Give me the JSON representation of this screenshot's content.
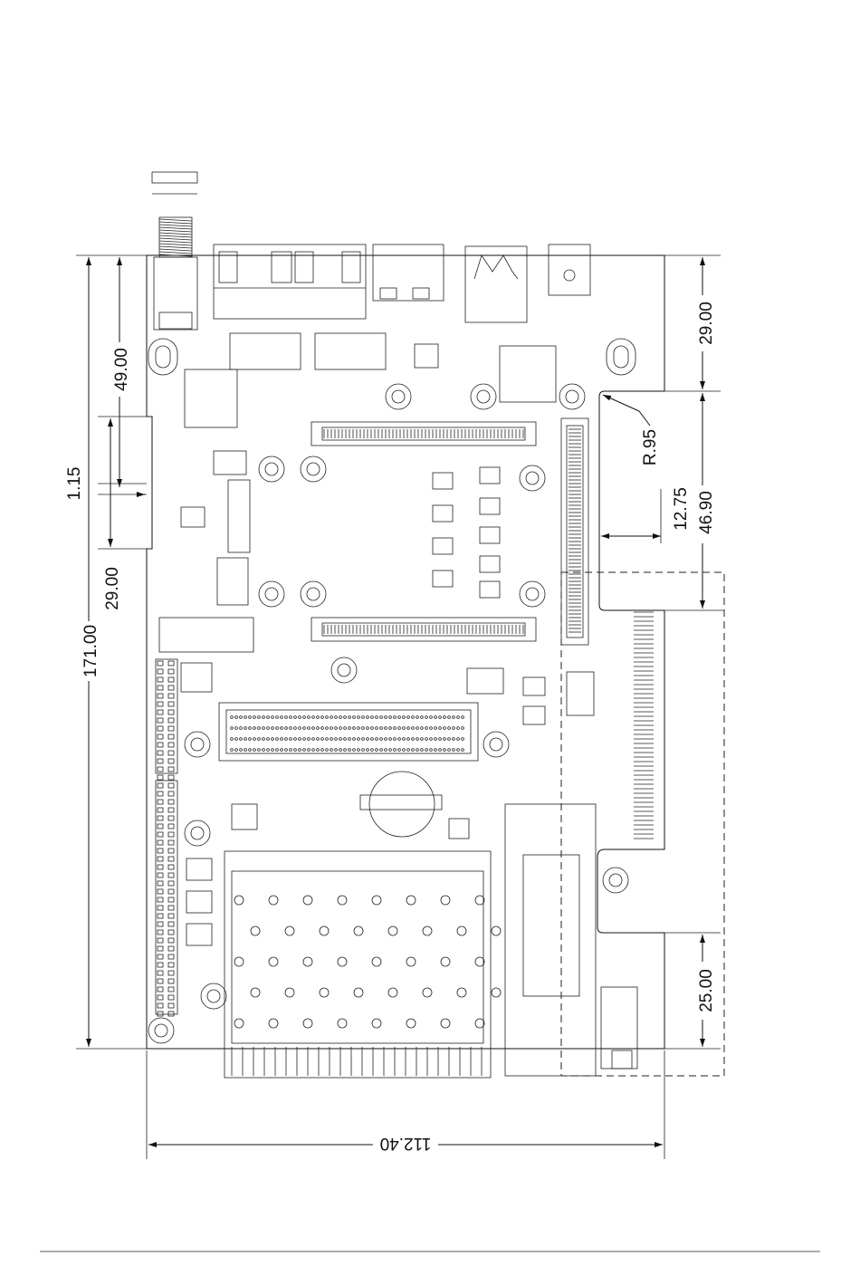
{
  "drawing": {
    "dimensions": {
      "overall_height": "171.00",
      "overall_width": "112.40",
      "left_upper": "49.00",
      "left_gap": "1.15",
      "left_lower": "29.00",
      "right_top": "29.00",
      "radius": "R.95",
      "right_notch": "12.75",
      "right_slot": "46.90",
      "right_bottom": "25.00"
    }
  }
}
